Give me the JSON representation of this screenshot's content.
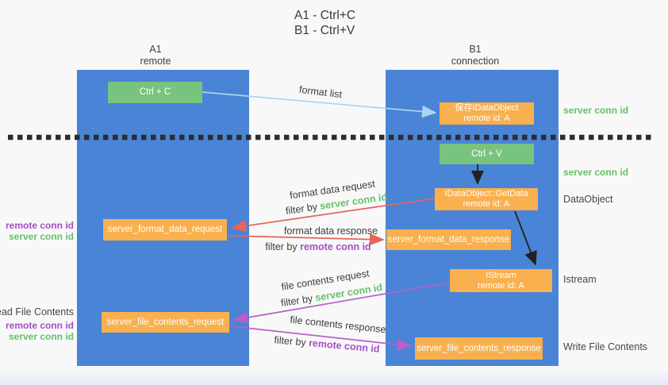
{
  "title": {
    "line1": "A1 - Ctrl+C",
    "line2": "B1 - Ctrl+V"
  },
  "lifelines": {
    "left": {
      "name": "A1",
      "subtitle": "remote"
    },
    "right": {
      "name": "B1",
      "subtitle": "connection"
    }
  },
  "nodes": {
    "ctrl_c": {
      "label": "Ctrl + C"
    },
    "ctrl_v": {
      "label": "Ctrl + V"
    },
    "save_dataobject": {
      "line1": "保存IDataObject",
      "line2": "remote id: A"
    },
    "idataobject_getdata": {
      "line1": "IDataObject::GetData",
      "line2": "remote id: A"
    },
    "istream": {
      "line1": "IStream",
      "line2": "remote id: A"
    },
    "server_format_data_request": {
      "label": "server_format_data_request"
    },
    "server_format_data_response": {
      "label": "server_format_data_response"
    },
    "server_file_contents_request": {
      "label": "server_file_contents_request"
    },
    "server_file_contents_response": {
      "label": "server_file_contents_response"
    }
  },
  "edges": {
    "format_list": {
      "label": "format list"
    },
    "format_data_request": {
      "label": "format data request",
      "filter_prefix": "filter by ",
      "filter_value": "server conn id"
    },
    "format_data_response": {
      "label": "format data response",
      "filter_prefix": "filter by ",
      "filter_value": "remote conn id"
    },
    "file_contents_request": {
      "label": "file contents request",
      "filter_prefix": "filter by ",
      "filter_value": "server conn id"
    },
    "file_contents_response": {
      "label": "file contents response",
      "filter_prefix": "filter by ",
      "filter_value": "remote conn id"
    }
  },
  "annotations": {
    "right": {
      "server_conn_id_top": "server conn id",
      "server_conn_id_mid": "server conn id",
      "dataobject": "DataObject",
      "istream": "Istream",
      "write_file_contents": "Write File Contents"
    },
    "left": {
      "remote_conn_id_top": "remote conn id",
      "server_conn_id_top": "server conn id",
      "read_file_contents": "Read File Contents",
      "remote_conn_id_bottom": "remote conn id",
      "server_conn_id_bottom": "server conn id"
    }
  },
  "colors": {
    "lifeline_blue": "#4a84d6",
    "box_green": "#78c37e",
    "box_orange": "#f9b04f",
    "arrow_light_blue": "#aad5f2",
    "arrow_red": "#e86459",
    "arrow_purple": "#b95fc9",
    "arrow_black": "#222222",
    "dotted_line": "#2d2d2d",
    "highlight_green": "#66bf6a",
    "highlight_purple": "#a64fc2"
  }
}
